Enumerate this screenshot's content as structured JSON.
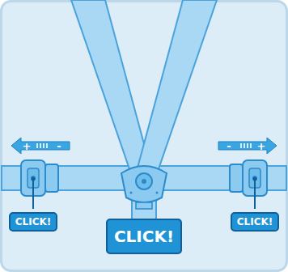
{
  "diagram": {
    "nodes": [
      {
        "text": [
          "CLICK!"
        ]
      },
      {
        "text": [
          "CLICK!"
        ]
      },
      {
        "text": [
          "CLICK!"
        ]
      }
    ],
    "labels": [
      "+",
      "-",
      "-",
      "+"
    ]
  }
}
